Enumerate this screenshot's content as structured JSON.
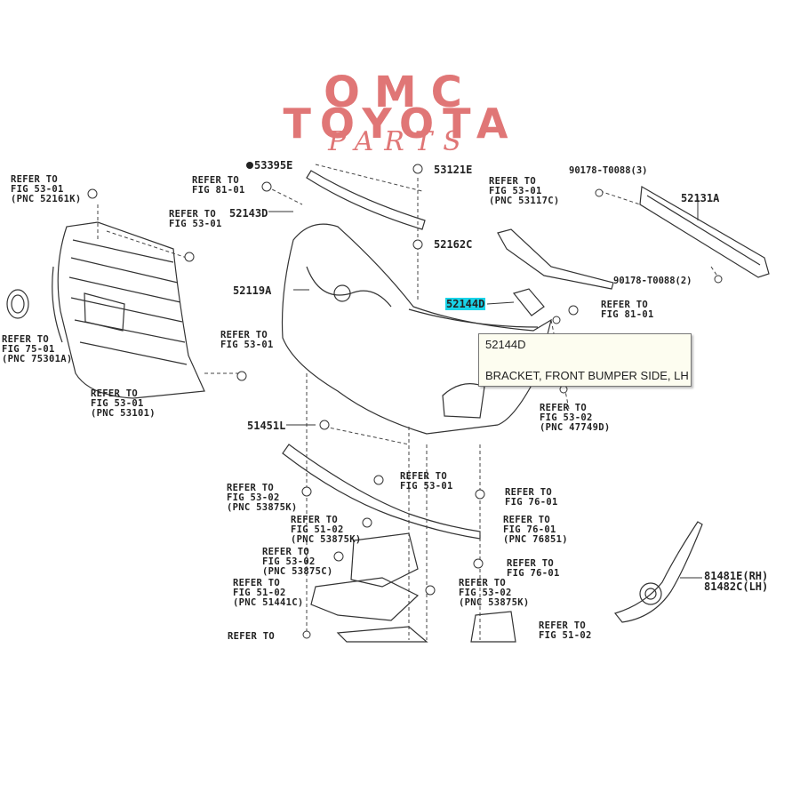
{
  "logo": {
    "line1": "OMC",
    "line2": "TOYOTA",
    "line3": "PARTS",
    "color": "#e07676"
  },
  "tooltip": {
    "part_number": "52144D",
    "description": "BRACKET, FRONT BUMPER SIDE, LH"
  },
  "highlight_color": "#19d3e8",
  "part_numbers": {
    "p53395e": "53395E",
    "p53121e": "53121E",
    "p52131a": "52131A",
    "p90178a": "90178-T0088(3)",
    "p90178b": "90178-T0088(2)",
    "p52143d": "52143D",
    "p52162c": "52162C",
    "p52119a": "52119A",
    "p52144d": "52144D",
    "p51451l": "51451L",
    "p81481e": "81481E(RH)",
    "p81482c": "81482C(LH)"
  },
  "refs": {
    "r1": "REFER TO\nFIG 53-01\n(PNC 52161K)",
    "r2": "REFER TO\nFIG 81-01",
    "r3": "REFER TO\nFIG 53-01\n(PNC 53117C)",
    "r4": "REFER TO\nFIG 53-01",
    "r5": "REFER TO\nFIG 81-01",
    "r6": "REFER TO\nFIG 75-01\n(PNC 75301A)",
    "r7": "REFER TO\nFIG 53-01",
    "r8": "REFER TO\nFIG 53-01\n(PNC 53101)",
    "r9": "REFER TO\nFIG 53-02\n(PNC 47749D)",
    "r10": "REFER TO\nFIG 53-01",
    "r11": "REFER TO\nFIG 53-02\n(PNC 53875K)",
    "r12": "REFER TO\nFIG 76-01",
    "r13": "REFER TO\nFIG 51-02\n(PNC 53875K)",
    "r14": "REFER TO\nFIG 76-01\n(PNC 76851)",
    "r15": "REFER TO\nFIG 53-02\n(PNC 53875C)",
    "r16": "REFER TO\nFIG 76-01",
    "r17": "REFER TO\nFIG 51-02\n(PNC 51441C)",
    "r18": "REFER TO\nFIG 53-02\n(PNC 53875K)",
    "r19": "REFER TO",
    "r20": "REFER TO\nFIG 51-02"
  }
}
